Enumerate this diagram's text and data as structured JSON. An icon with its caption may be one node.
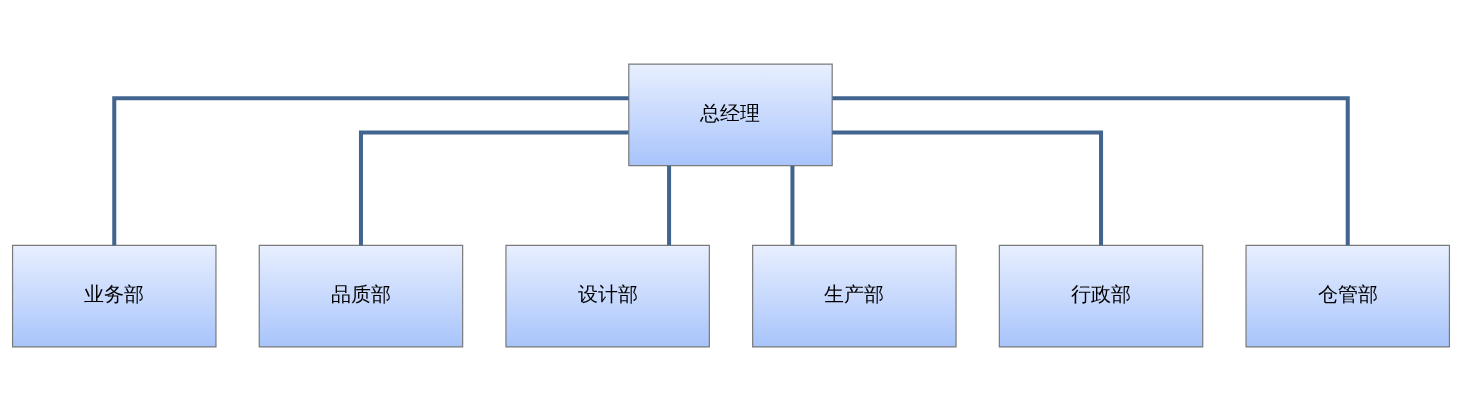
{
  "diagram": {
    "nodes": [
      {
        "text": [
          "总经理"
        ]
      },
      {
        "text": [
          "业务部"
        ]
      },
      {
        "text": [
          "品质部"
        ]
      },
      {
        "text": [
          "设计部"
        ]
      },
      {
        "text": [
          "生产部"
        ]
      },
      {
        "text": [
          "行政部"
        ]
      },
      {
        "text": [
          "仓管部"
        ]
      }
    ],
    "edges": [
      {
        "from": 0,
        "to": 1,
        "arrow": "none"
      },
      {
        "from": 0,
        "to": 2,
        "arrow": "none"
      },
      {
        "from": 0,
        "to": 3,
        "arrow": "none"
      },
      {
        "from": 0,
        "to": 4,
        "arrow": "none"
      },
      {
        "from": 0,
        "to": 5,
        "arrow": "none"
      },
      {
        "from": 0,
        "to": 6,
        "arrow": "none"
      }
    ]
  }
}
